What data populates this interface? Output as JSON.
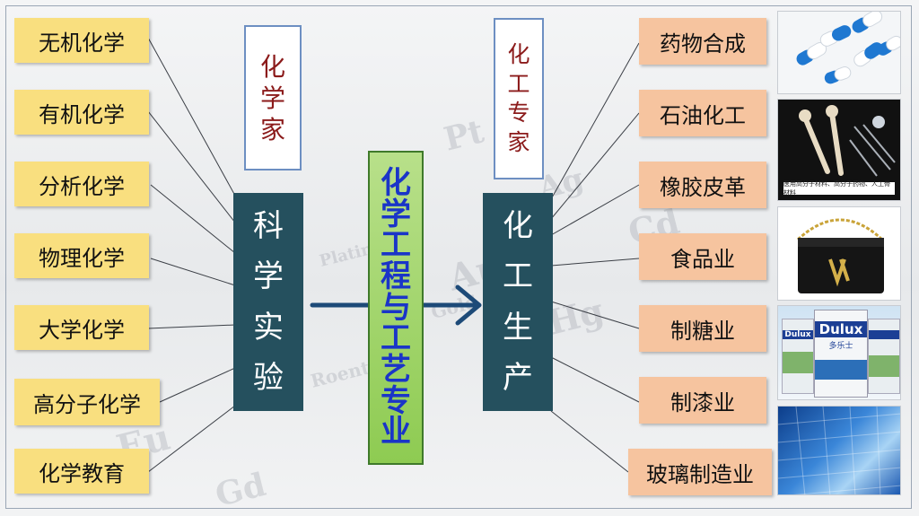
{
  "left_items": [
    "无机化学",
    "有机化学",
    "分析化学",
    "物理化学",
    "大学化学",
    "高分子化学",
    "化学教育"
  ],
  "left_title_chars": [
    "化",
    "学",
    "家"
  ],
  "left_dark_chars": [
    "科",
    "学",
    "实",
    "验"
  ],
  "center_chars": [
    "化",
    "学",
    "工",
    "程",
    "与",
    "工",
    "艺",
    "专",
    "业"
  ],
  "right_title_chars": [
    "化",
    "工",
    "专",
    "家"
  ],
  "right_dark_chars": [
    "化",
    "工",
    "生",
    "产"
  ],
  "right_items": [
    "药物合成",
    "石油化工",
    "橡胶皮革",
    "食品业",
    "制糖业",
    "制漆业",
    "玻璃制造业"
  ],
  "thumbnails": {
    "materials_caption": "医用高分子材料、高分子药物、人工骨材料",
    "paint_brand": "Dulux",
    "paint_side_brand": "Dulux",
    "paint_cn_label": "多乐士"
  },
  "colors": {
    "left_item_bg": "#f9df7f",
    "right_item_bg": "#f6c49f",
    "dark_box": "#25505e",
    "center_box": "#8ecb52",
    "center_text": "#1a35c8",
    "title_text": "#8b1a1a",
    "arrow": "#1d4a78"
  }
}
